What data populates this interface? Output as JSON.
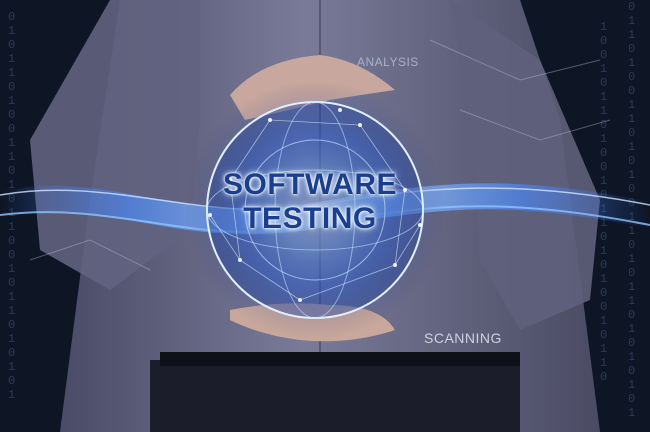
{
  "headline": {
    "line1": "SOFTWARE",
    "line2": "TESTING"
  },
  "labels": {
    "scanning": "SCANNING",
    "analysis": "ANALYSIS"
  },
  "colors": {
    "background": "#0e1524",
    "shirt": "#6a6a87",
    "glow": "#3b7bff",
    "headline_text": "#1a3f8f"
  }
}
